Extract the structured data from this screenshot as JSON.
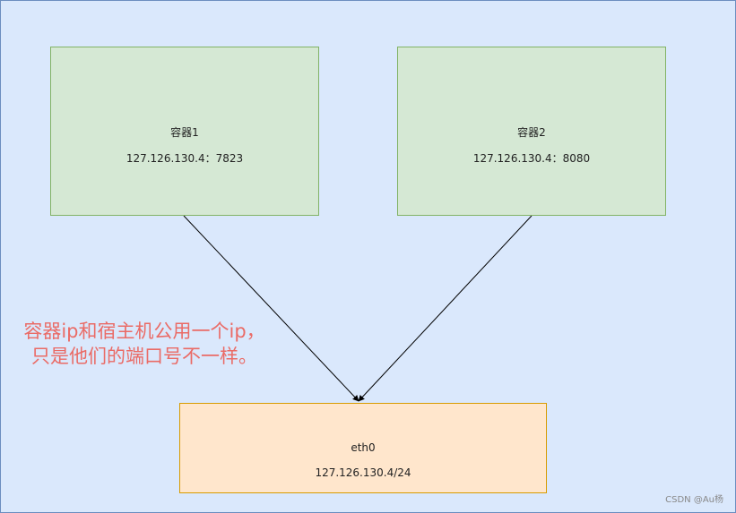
{
  "diagram": {
    "container1": {
      "name": "容器1",
      "address": "127.126.130.4：7823"
    },
    "container2": {
      "name": "容器2",
      "address": "127.126.130.4：8080"
    },
    "eth0": {
      "name": "eth0",
      "address": "127.126.130.4/24"
    },
    "annotation": {
      "line1": "容器ip和宿主机公用一个ip，",
      "line2": "只是他们的端口号不一样。"
    },
    "watermark": "CSDN @Au杨"
  },
  "colors": {
    "background": "#dae8fc",
    "container_fill": "#d5e8d4",
    "eth_fill": "#ffe6cc",
    "note": "#ea6b66"
  }
}
